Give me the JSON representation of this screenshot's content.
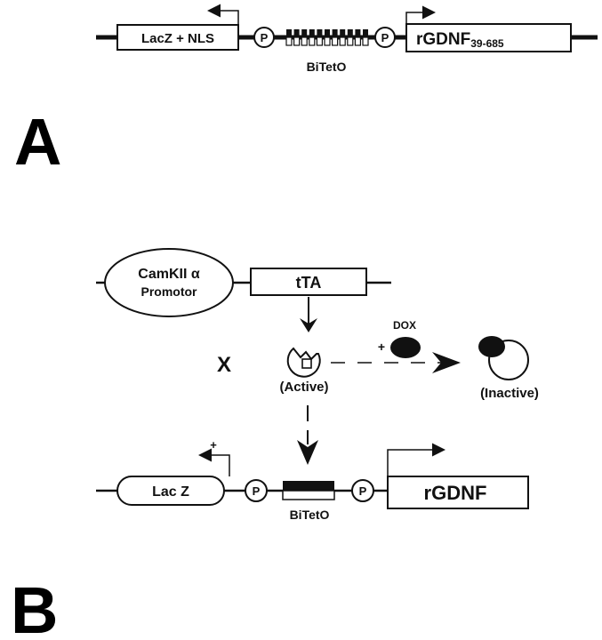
{
  "panel_a": {
    "label": "A",
    "lacz_box": "LacZ + NLS",
    "promoter_left": "P",
    "promoter_right": "P",
    "operator_label": "BiTetO",
    "gdnf_box": "rGDNF",
    "gdnf_subscript": "39-685"
  },
  "panel_b": {
    "label": "B",
    "camkii_line1": "CamKII α",
    "camkii_line2": "Promotor",
    "tta_box": "tTA",
    "cross_symbol": "X",
    "active_label": "(Active)",
    "inactive_label": "(Inactive)",
    "dox_label": "DOX",
    "plus_dox": "+",
    "lacz_box": "Lac Z",
    "plus_lacz": "+",
    "promoter_left": "P",
    "promoter_right": "P",
    "operator_label": "BiTetO",
    "gdnf_box": "rGDNF"
  }
}
